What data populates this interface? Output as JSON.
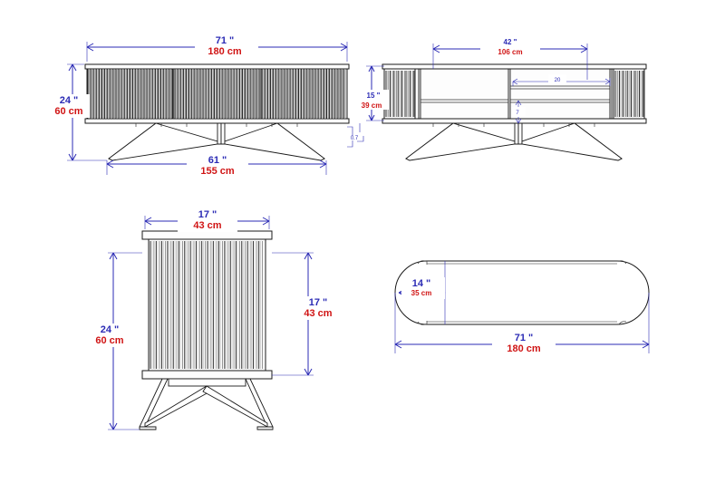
{
  "drawing": {
    "title": "Furniture technical dimension drawing",
    "units": {
      "imperial_symbol": "\"",
      "metric_suffix": "cm"
    },
    "colors": {
      "imperial_text": "#2b2bb5",
      "metric_text": "#d01414",
      "dimension_line": "#2b2bb5",
      "outline": "#1a1a1a",
      "background": "#ffffff"
    }
  },
  "views": {
    "front": {
      "name": "front-elevation",
      "dimensions": {
        "width_in": "71 \"",
        "width_cm": "180 cm",
        "height_in": "24 \"",
        "height_cm": "60 cm",
        "leg_span_in": "61 \"",
        "leg_span_cm": "155 cm",
        "detail_small": "0.7"
      }
    },
    "rear": {
      "name": "rear-elevation",
      "dimensions": {
        "inner_width_in": "42 \"",
        "inner_width_cm": "106 cm",
        "side_height_in": "15 \"",
        "side_height_cm": "39 cm",
        "shelf_width": "20",
        "shelf_height": "7"
      }
    },
    "side": {
      "name": "side-elevation",
      "dimensions": {
        "depth_in": "17 \"",
        "depth_cm": "43 cm",
        "total_height_in": "24 \"",
        "total_height_cm": "60 cm",
        "body_height_in": "17 \"",
        "body_height_cm": "43 cm"
      }
    },
    "top": {
      "name": "top-plan",
      "dimensions": {
        "depth_in": "14 \"",
        "depth_cm": "35 cm",
        "length_in": "71 \"",
        "length_cm": "180 cm"
      }
    }
  }
}
